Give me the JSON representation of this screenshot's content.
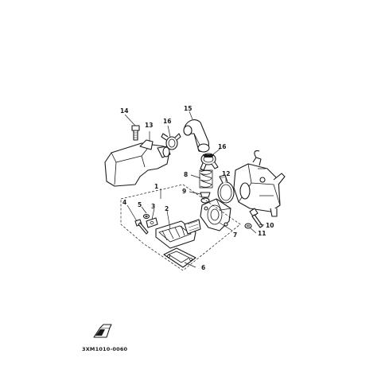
{
  "callouts": [
    "1",
    "2",
    "3",
    "4",
    "5",
    "6",
    "7",
    "8",
    "9",
    "10",
    "11",
    "12",
    "13",
    "14",
    "15",
    "16",
    "16"
  ],
  "diagram_code": "3XM1010-0060",
  "logo_text": "◄FWD"
}
